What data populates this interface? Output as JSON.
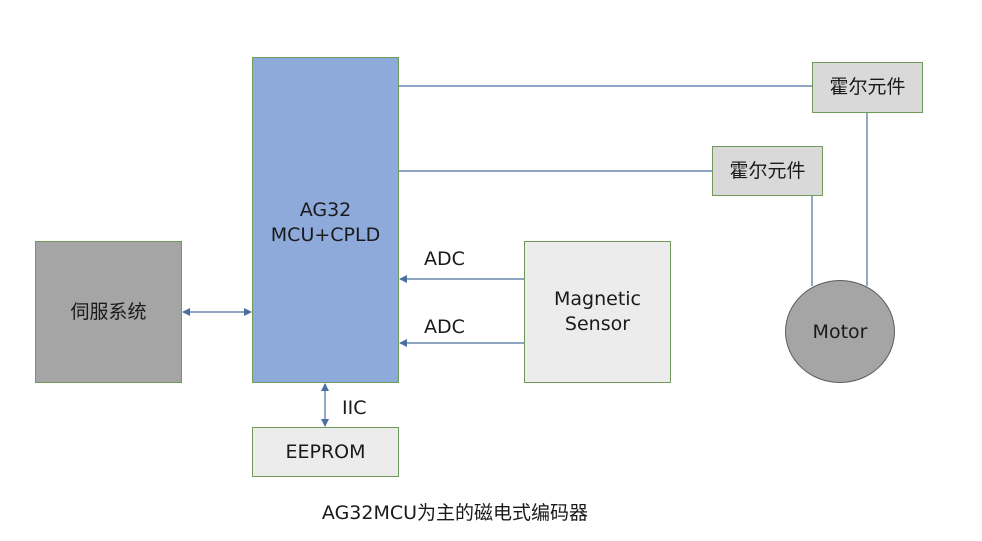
{
  "diagram": {
    "mcu": {
      "label": "AG32\nMCU+CPLD",
      "color": "#8eaadb"
    },
    "servo": {
      "label": "伺服系统",
      "color": "#a5a5a5"
    },
    "eeprom": {
      "label": "EEPROM",
      "color": "#ececec"
    },
    "sensor": {
      "label": "Magnetic\nSensor",
      "color": "#ececec"
    },
    "hall_1": {
      "label": "霍尔元件",
      "color": "#d9d9d9"
    },
    "hall_2": {
      "label": "霍尔元件",
      "color": "#d9d9d9"
    },
    "motor": {
      "label": "Motor",
      "color": "#a5a5a5"
    },
    "edge_labels": {
      "adc_1": "ADC",
      "adc_2": "ADC",
      "iic": "IIC"
    },
    "caption": "AG32MCU为主的磁电式编码器",
    "line_color": "#4a6fa0"
  }
}
